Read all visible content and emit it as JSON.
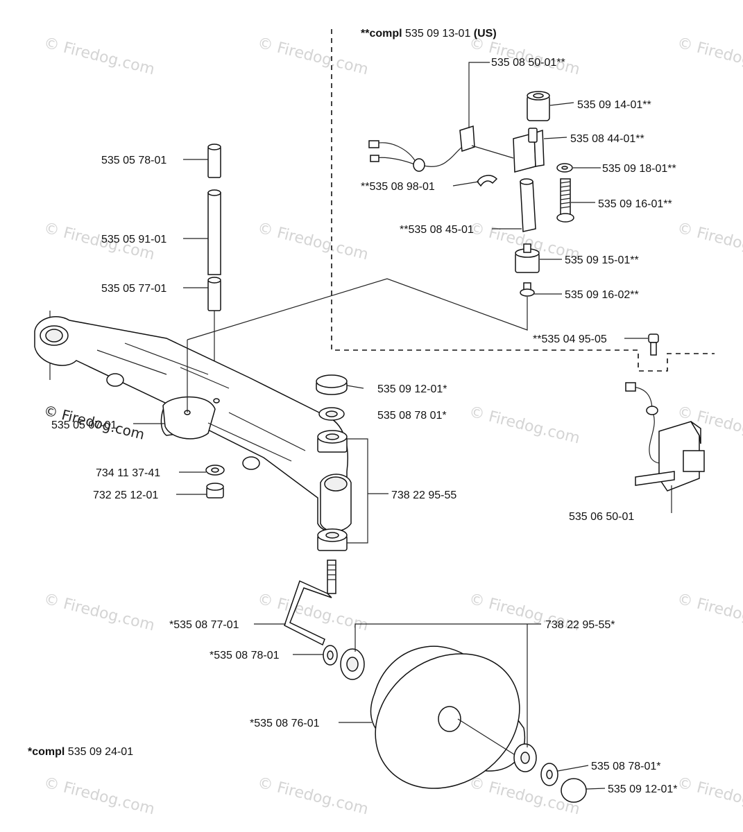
{
  "assembly_us": {
    "prefix": "**compl",
    "number": "535 09 13-01",
    "suffix": "(US)"
  },
  "assembly_all": {
    "prefix": "*compl",
    "number": "535 09 24-01"
  },
  "watermark": "© Firedog.com",
  "parts": [
    {
      "id": "p1",
      "label": "535 08 50-01**"
    },
    {
      "id": "p2",
      "label": "535 09 14-01**"
    },
    {
      "id": "p3",
      "label": "535 08 44-01**"
    },
    {
      "id": "p4",
      "label": "535 09 18-01**"
    },
    {
      "id": "p5",
      "label": "**535 08 98-01"
    },
    {
      "id": "p6",
      "label": "535 09 16-01**"
    },
    {
      "id": "p7",
      "label": "**535 08 45-01"
    },
    {
      "id": "p8",
      "label": "535 09 15-01**"
    },
    {
      "id": "p9",
      "label": "535 09 16-02**"
    },
    {
      "id": "p10",
      "label": "**535 04 95-05"
    },
    {
      "id": "p11",
      "label": "535 05 78-01"
    },
    {
      "id": "p12",
      "label": "535 05 91-01"
    },
    {
      "id": "p13",
      "label": "535 05 77-01"
    },
    {
      "id": "p14",
      "label": "535 09 12-01*"
    },
    {
      "id": "p15",
      "label": "535 08 78 01*"
    },
    {
      "id": "p16",
      "label": "535 05 07-01"
    },
    {
      "id": "p17",
      "label": "734 11 37-41"
    },
    {
      "id": "p18",
      "label": "738 22 95-55"
    },
    {
      "id": "p19",
      "label": "732 25 12-01"
    },
    {
      "id": "p20",
      "label": "535 06 50-01"
    },
    {
      "id": "p21",
      "label": "*535 08 77-01"
    },
    {
      "id": "p22",
      "label": "738 22 95-55*"
    },
    {
      "id": "p23",
      "label": "*535 08 78-01"
    },
    {
      "id": "p24",
      "label": "*535 08 76-01"
    },
    {
      "id": "p25",
      "label": "535 08 78-01*"
    },
    {
      "id": "p26",
      "label": "535 09 12-01*"
    }
  ]
}
